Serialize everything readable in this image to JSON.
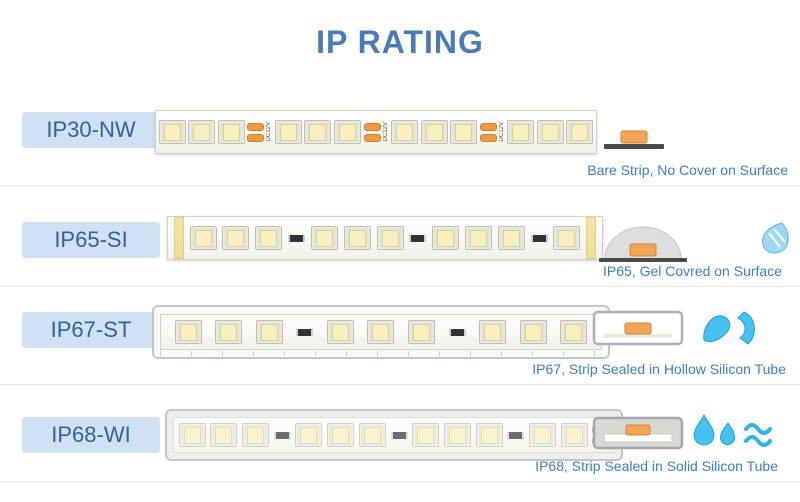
{
  "title": "IP RATING",
  "colors": {
    "accent": "#4a7ab8",
    "caption_blue": "#3c7cc1",
    "label_bg": "#cfe1f2",
    "label_text": "#31619c",
    "pad_orange": "#ef9a3f"
  },
  "rows": [
    {
      "label": "IP30-NW",
      "caption": "Bare Strip, No Cover on Surface",
      "icons": [
        "bare-strip-surface"
      ],
      "strip": {
        "led_count": 12,
        "connector": "pads",
        "marking": "DC12V",
        "style": "bare"
      }
    },
    {
      "label": "IP65-SI",
      "caption": "IP65, Gel Covred on Surface",
      "icons": [
        "gel-dome-on-surface",
        "gel-blob"
      ],
      "strip": {
        "led_count": 10,
        "connector": "resistor",
        "style": "gel"
      }
    },
    {
      "label": "IP67-ST",
      "caption": "IP67, Strip Sealed in Hollow Silicon Tube",
      "icons": [
        "strip-in-hollow-tube",
        "silicon-extrusion-shapes"
      ],
      "strip": {
        "led_count": 9,
        "connector": "resistor",
        "style": "hollow-tube"
      }
    },
    {
      "label": "IP68-WI",
      "caption": "IP68, Strip Sealed in Solid Silicon Tube",
      "icons": [
        "strip-in-solid-tube",
        "water-drops",
        "water-waves"
      ],
      "strip": {
        "led_count": 11,
        "connector": "resistor",
        "end_pads": true,
        "style": "solid-tube"
      }
    }
  ]
}
